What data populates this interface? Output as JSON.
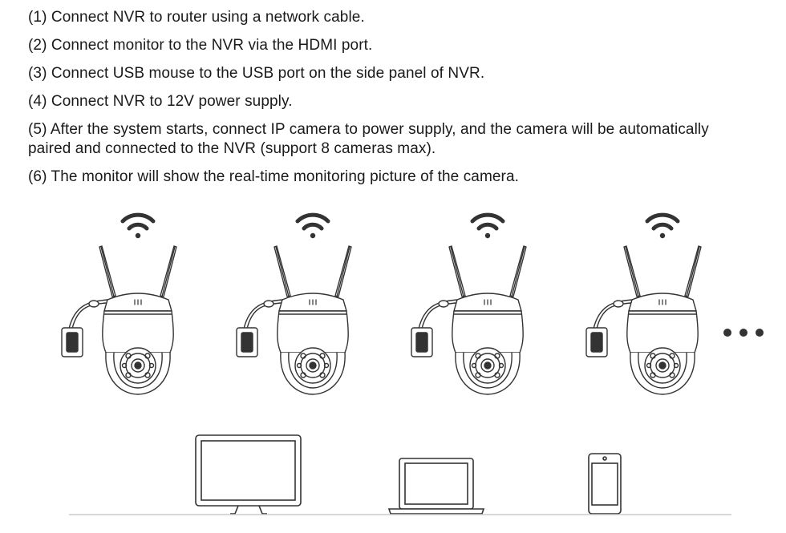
{
  "steps": [
    "(1) Connect NVR to router using a network cable.",
    "(2) Connect monitor to the NVR via the HDMI port.",
    "(3) Connect USB mouse to the USB port on the side panel of NVR.",
    "(4) Connect NVR to 12V power supply.",
    "(5) After the system starts, connect IP camera to power supply, and the camera will be automatically paired and connected to the NVR (support 8 cameras max).",
    "(6) The monitor will show the real-time monitoring picture of the camera."
  ],
  "illustration": {
    "cameras": [
      "ip-camera",
      "ip-camera",
      "ip-camera",
      "ip-camera"
    ],
    "more_indicator": "ellipsis",
    "devices": [
      "monitor-icon",
      "laptop-icon",
      "smartphone-icon"
    ],
    "line_color": "#333333",
    "ground_color": "#cccccc"
  }
}
